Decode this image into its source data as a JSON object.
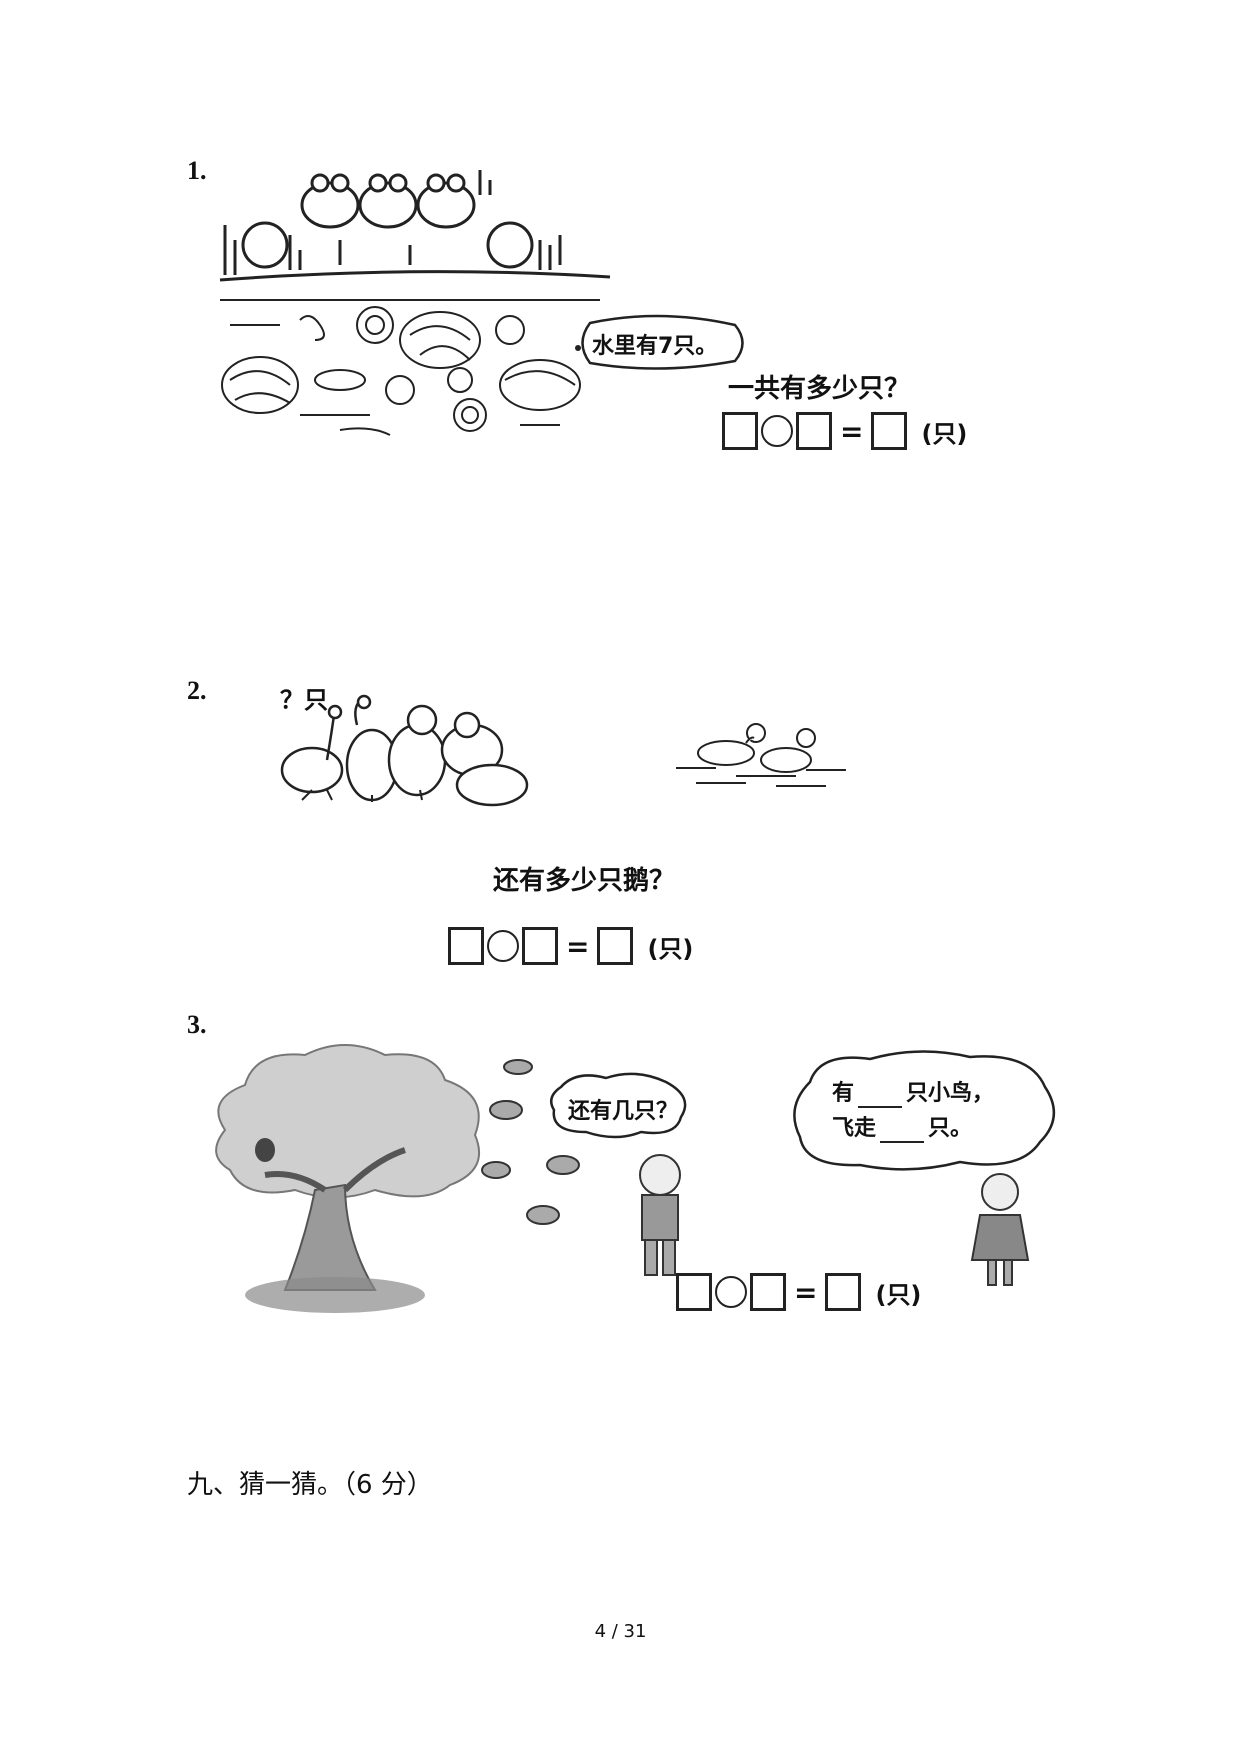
{
  "q1": {
    "number": "1.",
    "bubble": "水里有7只。",
    "question": "一共有多少只？",
    "unit": "(只)"
  },
  "q2": {
    "number": "2.",
    "label": "？只",
    "question": "还有多少只鹅？",
    "unit": "(只)"
  },
  "q3": {
    "number": "3.",
    "boy_bubble": "还有几只？",
    "girl_line1_a": "有",
    "girl_line1_b": "只小鸟，",
    "girl_line2_a": "飞走",
    "girl_line2_b": "只。",
    "unit": "(只)"
  },
  "section": {
    "title": "九、猜一猜。（6 分）"
  },
  "footer": {
    "page": "4 / 31"
  }
}
